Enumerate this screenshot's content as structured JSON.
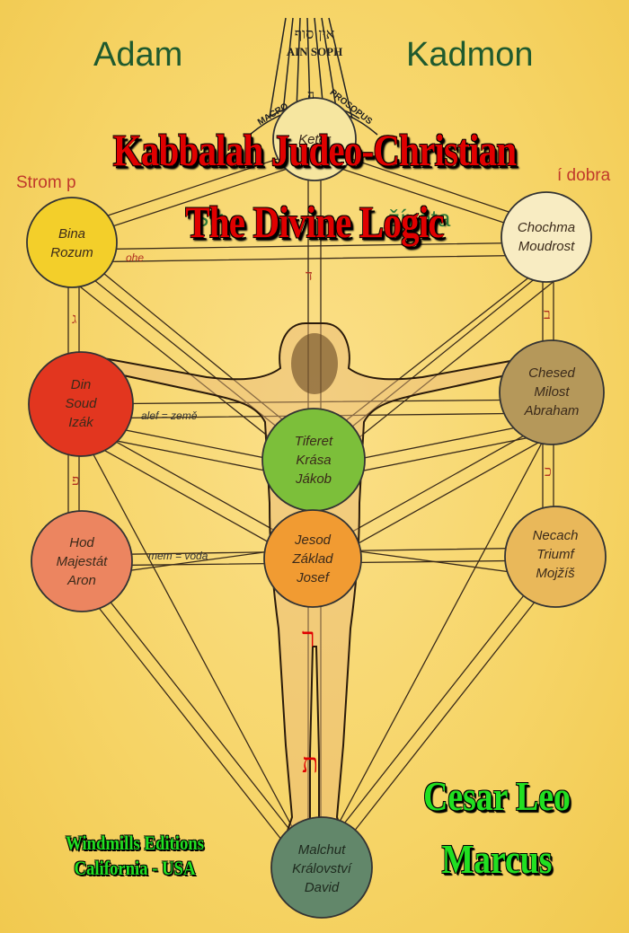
{
  "header": {
    "left_word": "Adam",
    "right_word": "Kadmon",
    "crown_hebrew": "אין סוף",
    "crown_label": "AIN SOPH",
    "crown_arc_left": "MACRO",
    "crown_arc_right": "PROSOPUS",
    "crown_letter": "ה"
  },
  "side_labels": {
    "left_tree": "Strom p",
    "right_tree": "í dobra",
    "middle_tree": "Str",
    "middle_tree_end": "žívota",
    "fire_label": "ohe"
  },
  "title": {
    "line1": "Kabbalah Judeo-Christian",
    "line2": "The Divine Logic"
  },
  "sefirot": [
    {
      "id": "keter",
      "lines": [
        "Keter"
      ],
      "color": "#f6e6a0"
    },
    {
      "id": "bina",
      "lines": [
        "Bina",
        "Rozum"
      ],
      "color": "#f3cf2a"
    },
    {
      "id": "chochma",
      "lines": [
        "Chochma",
        "Moudrost"
      ],
      "color": "#f8ecc2"
    },
    {
      "id": "din",
      "lines": [
        "Din",
        "Soud",
        "Izák"
      ],
      "color": "#e2361f"
    },
    {
      "id": "chesed",
      "lines": [
        "Chesed",
        "Milost",
        "Abraham"
      ],
      "color": "#b5985a"
    },
    {
      "id": "tiferet",
      "lines": [
        "Tiferet",
        "Krása",
        "Jákob"
      ],
      "color": "#7cbf3a"
    },
    {
      "id": "hod",
      "lines": [
        "Hod",
        "Majestát",
        "Aron"
      ],
      "color": "#ec8560"
    },
    {
      "id": "jesod",
      "lines": [
        "Jesod",
        "Základ",
        "Josef"
      ],
      "color": "#f19b32"
    },
    {
      "id": "necach",
      "lines": [
        "Necach",
        "Triumf",
        "Mojžíš"
      ],
      "color": "#e9b85a"
    },
    {
      "id": "malchut",
      "lines": [
        "Malchut",
        "Království",
        "David"
      ],
      "color": "#62876a"
    }
  ],
  "path_labels": {
    "alef": "alef = země",
    "mem": "mem = voda"
  },
  "author": {
    "line1": "Cesar Leo",
    "line2": "Marcus"
  },
  "publisher": {
    "line1": "Windmills Editions",
    "line2": "California - USA"
  },
  "colors": {
    "background": "#f6d466",
    "title_red": "#e00000",
    "author_green": "#21e021",
    "header_green": "#1f5a2e",
    "side_red": "#c0392b"
  }
}
